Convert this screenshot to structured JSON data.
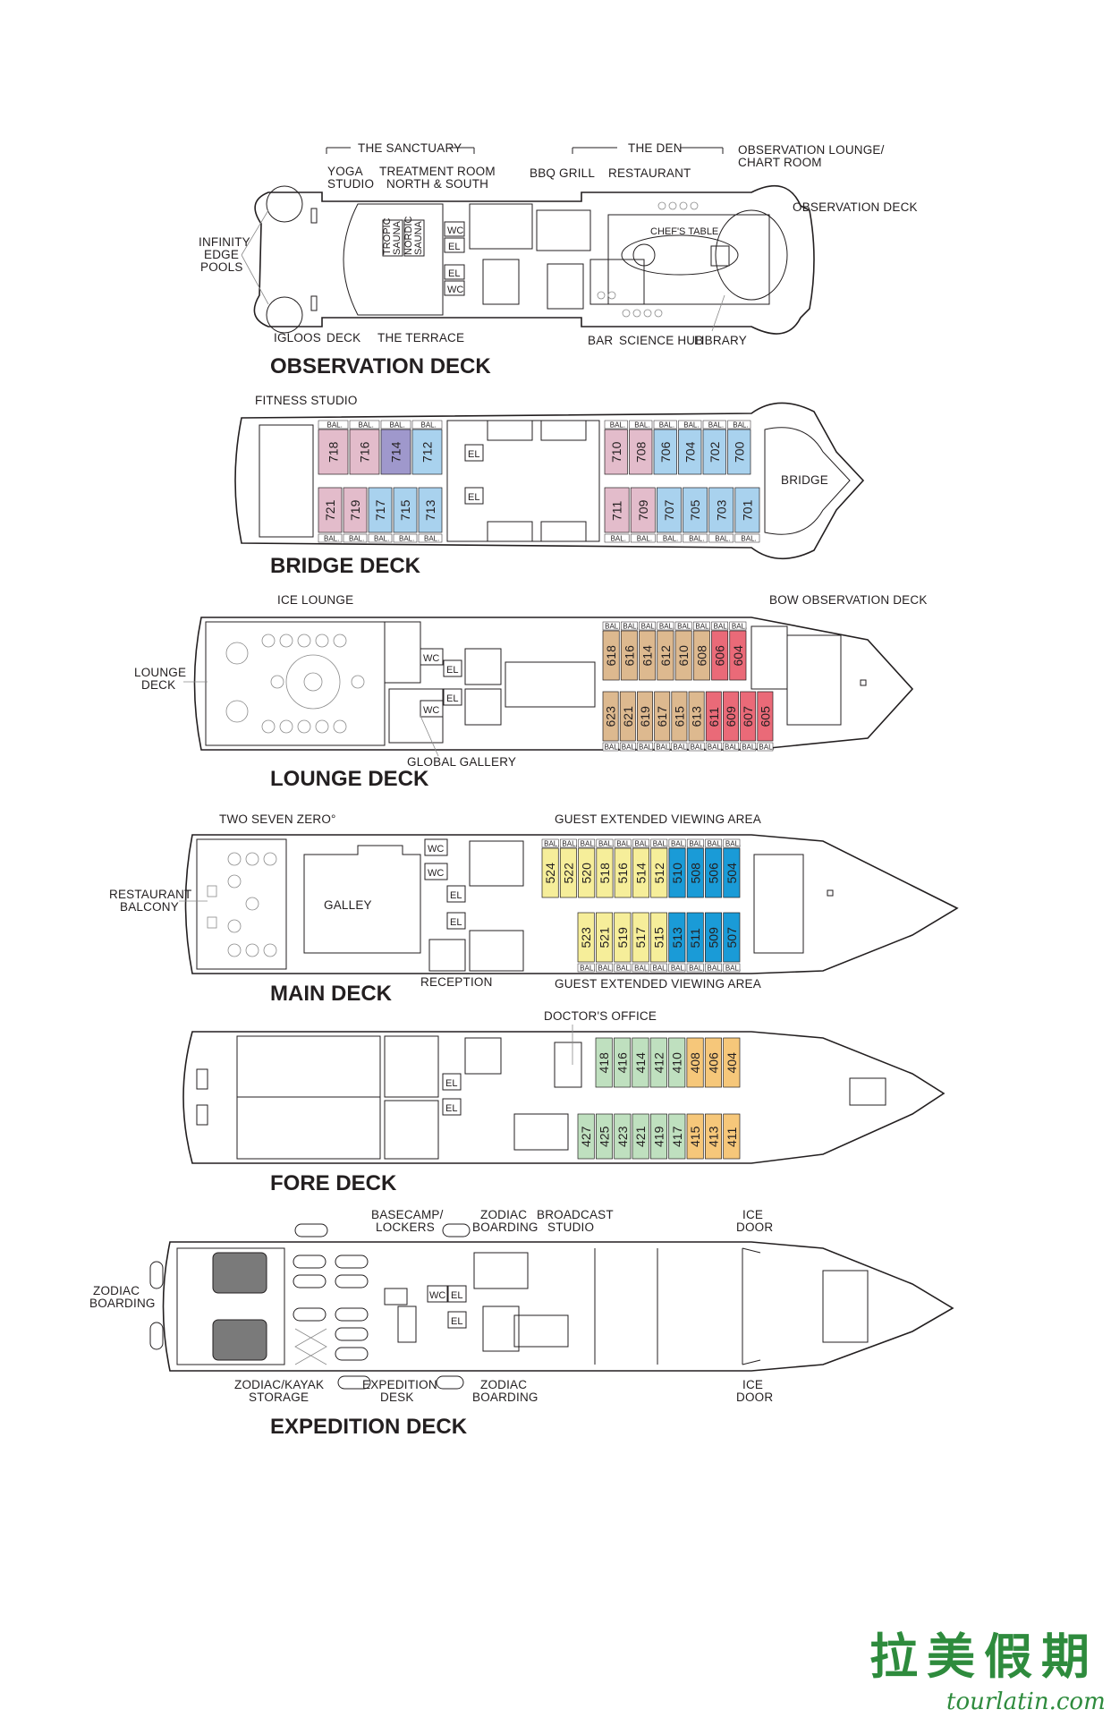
{
  "colors": {
    "pink": "#e3bccb",
    "purple": "#9f98cc",
    "blue": "#a9d2ee",
    "tan": "#ddb98f",
    "red": "#ea6a78",
    "yellow": "#f6ee9a",
    "deep_blue": "#1a9bd7",
    "green": "#bfe0bf",
    "orange": "#f6c77a",
    "lines": "#231f20",
    "watermark": "#2e8b3d"
  },
  "decks": [
    {
      "key": "observation",
      "title": "OBSERVATION DECK",
      "labels": {
        "sanctuary": "THE SANCTUARY",
        "yoga1": "YOGA",
        "yoga2": "STUDIO",
        "treat1": "TREATMENT ROOM",
        "treat2": "NORTH & SOUTH",
        "infinity1": "INFINITY",
        "infinity2": "EDGE",
        "infinity3": "POOLS",
        "igloos": "IGLOOS",
        "deck": "DECK",
        "terrace": "THE TERRACE",
        "den": "THE DEN",
        "bbq": "BBQ GRILL",
        "restaurant": "RESTAURANT",
        "obs_lounge1": "OBSERVATION LOUNGE/",
        "obs_lounge2": "CHART ROOM",
        "obs_deck": "OBSERVATION DECK",
        "chefs_table": "CHEF'S TABLE",
        "bar": "BAR",
        "science_hub": "SCIENCE HUB",
        "library": "LIBRARY",
        "tropic": "TROPIC",
        "sauna": "SAUNA",
        "nordic": "NORDIC",
        "wc": "WC",
        "el": "EL"
      }
    },
    {
      "key": "bridge",
      "title": "BRIDGE DECK",
      "labels": {
        "fitness": "FITNESS STUDIO",
        "bridge": "BRIDGE",
        "bal": "BAL.",
        "el": "EL"
      },
      "top_cabins": [
        {
          "no": "718",
          "c": "pink"
        },
        {
          "no": "716",
          "c": "pink"
        },
        {
          "no": "714",
          "c": "purple"
        },
        {
          "no": "712",
          "c": "blue"
        },
        {
          "no": "710",
          "c": "pink"
        },
        {
          "no": "708",
          "c": "pink"
        },
        {
          "no": "706",
          "c": "blue"
        },
        {
          "no": "704",
          "c": "blue"
        },
        {
          "no": "702",
          "c": "blue"
        },
        {
          "no": "700",
          "c": "blue"
        }
      ],
      "bottom_cabins": [
        {
          "no": "721",
          "c": "pink"
        },
        {
          "no": "719",
          "c": "pink"
        },
        {
          "no": "717",
          "c": "blue"
        },
        {
          "no": "715",
          "c": "blue"
        },
        {
          "no": "713",
          "c": "blue"
        },
        {
          "no": "711",
          "c": "pink"
        },
        {
          "no": "709",
          "c": "pink"
        },
        {
          "no": "707",
          "c": "blue"
        },
        {
          "no": "705",
          "c": "blue"
        },
        {
          "no": "703",
          "c": "blue"
        },
        {
          "no": "701",
          "c": "blue"
        }
      ]
    },
    {
      "key": "lounge",
      "title": "LOUNGE DECK",
      "labels": {
        "ice_lounge": "ICE LOUNGE",
        "bow_obs": "BOW OBSERVATION DECK",
        "lounge1": "LOUNGE",
        "lounge2": "DECK",
        "gallery": "GLOBAL GALLERY",
        "wc": "WC",
        "el": "EL",
        "bal": "BAL."
      },
      "top_cabins": [
        {
          "no": "618",
          "c": "tan"
        },
        {
          "no": "616",
          "c": "tan"
        },
        {
          "no": "614",
          "c": "tan"
        },
        {
          "no": "612",
          "c": "tan"
        },
        {
          "no": "610",
          "c": "tan"
        },
        {
          "no": "608",
          "c": "tan"
        },
        {
          "no": "606",
          "c": "red"
        },
        {
          "no": "604",
          "c": "red"
        }
      ],
      "bottom_cabins": [
        {
          "no": "623",
          "c": "tan"
        },
        {
          "no": "621",
          "c": "tan"
        },
        {
          "no": "619",
          "c": "tan"
        },
        {
          "no": "617",
          "c": "tan"
        },
        {
          "no": "615",
          "c": "tan"
        },
        {
          "no": "613",
          "c": "tan"
        },
        {
          "no": "611",
          "c": "red"
        },
        {
          "no": "609",
          "c": "red"
        },
        {
          "no": "607",
          "c": "red"
        },
        {
          "no": "605",
          "c": "red"
        }
      ]
    },
    {
      "key": "main",
      "title": "MAIN DECK",
      "labels": {
        "two_seven_zero": "TWO SEVEN ZERO°",
        "guest_top": "GUEST EXTENDED VIEWING AREA",
        "guest_bottom": "GUEST EXTENDED VIEWING AREA",
        "rest1": "RESTAURANT",
        "rest2": "BALCONY",
        "galley": "GALLEY",
        "reception": "RECEPTION",
        "wc": "WC",
        "el": "EL",
        "bal": "BAL."
      },
      "top_cabins": [
        {
          "no": "524",
          "c": "yellow"
        },
        {
          "no": "522",
          "c": "yellow"
        },
        {
          "no": "520",
          "c": "yellow"
        },
        {
          "no": "518",
          "c": "yellow"
        },
        {
          "no": "516",
          "c": "yellow"
        },
        {
          "no": "514",
          "c": "yellow"
        },
        {
          "no": "512",
          "c": "yellow"
        },
        {
          "no": "510",
          "c": "deep_blue"
        },
        {
          "no": "508",
          "c": "deep_blue"
        },
        {
          "no": "506",
          "c": "deep_blue"
        },
        {
          "no": "504",
          "c": "deep_blue"
        }
      ],
      "bottom_cabins": [
        {
          "no": "523",
          "c": "yellow"
        },
        {
          "no": "521",
          "c": "yellow"
        },
        {
          "no": "519",
          "c": "yellow"
        },
        {
          "no": "517",
          "c": "yellow"
        },
        {
          "no": "515",
          "c": "yellow"
        },
        {
          "no": "513",
          "c": "deep_blue"
        },
        {
          "no": "511",
          "c": "deep_blue"
        },
        {
          "no": "509",
          "c": "deep_blue"
        },
        {
          "no": "507",
          "c": "deep_blue"
        }
      ]
    },
    {
      "key": "fore",
      "title": "FORE DECK",
      "labels": {
        "doctor": "DOCTOR'S OFFICE",
        "el": "EL"
      },
      "top_cabins": [
        {
          "no": "418",
          "c": "green"
        },
        {
          "no": "416",
          "c": "green"
        },
        {
          "no": "414",
          "c": "green"
        },
        {
          "no": "412",
          "c": "green"
        },
        {
          "no": "410",
          "c": "green"
        },
        {
          "no": "408",
          "c": "orange"
        },
        {
          "no": "406",
          "c": "orange"
        },
        {
          "no": "404",
          "c": "orange"
        }
      ],
      "bottom_cabins": [
        {
          "no": "427",
          "c": "green"
        },
        {
          "no": "425",
          "c": "green"
        },
        {
          "no": "423",
          "c": "green"
        },
        {
          "no": "421",
          "c": "green"
        },
        {
          "no": "419",
          "c": "green"
        },
        {
          "no": "417",
          "c": "green"
        },
        {
          "no": "415",
          "c": "orange"
        },
        {
          "no": "413",
          "c": "orange"
        },
        {
          "no": "411",
          "c": "orange"
        }
      ]
    },
    {
      "key": "expedition",
      "title": "EXPEDITION DECK",
      "labels": {
        "basecamp1": "BASECAMP/",
        "basecamp2": "LOCKERS",
        "zod_top1": "ZODIAC",
        "zod_top2": "BOARDING",
        "broadcast1": "BROADCAST",
        "broadcast2": "STUDIO",
        "ice_top1": "ICE",
        "ice_top2": "DOOR",
        "zod_left1": "ZODIAC",
        "zod_left2": "BOARDING",
        "kayak1": "ZODIAC/KAYAK",
        "kayak2": "STORAGE",
        "exp_desk1": "EXPEDITION",
        "exp_desk2": "DESK",
        "zod_bot1": "ZODIAC",
        "zod_bot2": "BOARDING",
        "ice_bot1": "ICE",
        "ice_bot2": "DOOR",
        "wc": "WC",
        "el": "EL"
      }
    }
  ],
  "watermark": {
    "chinese": "拉美假期",
    "url": "tourlatin.com"
  }
}
